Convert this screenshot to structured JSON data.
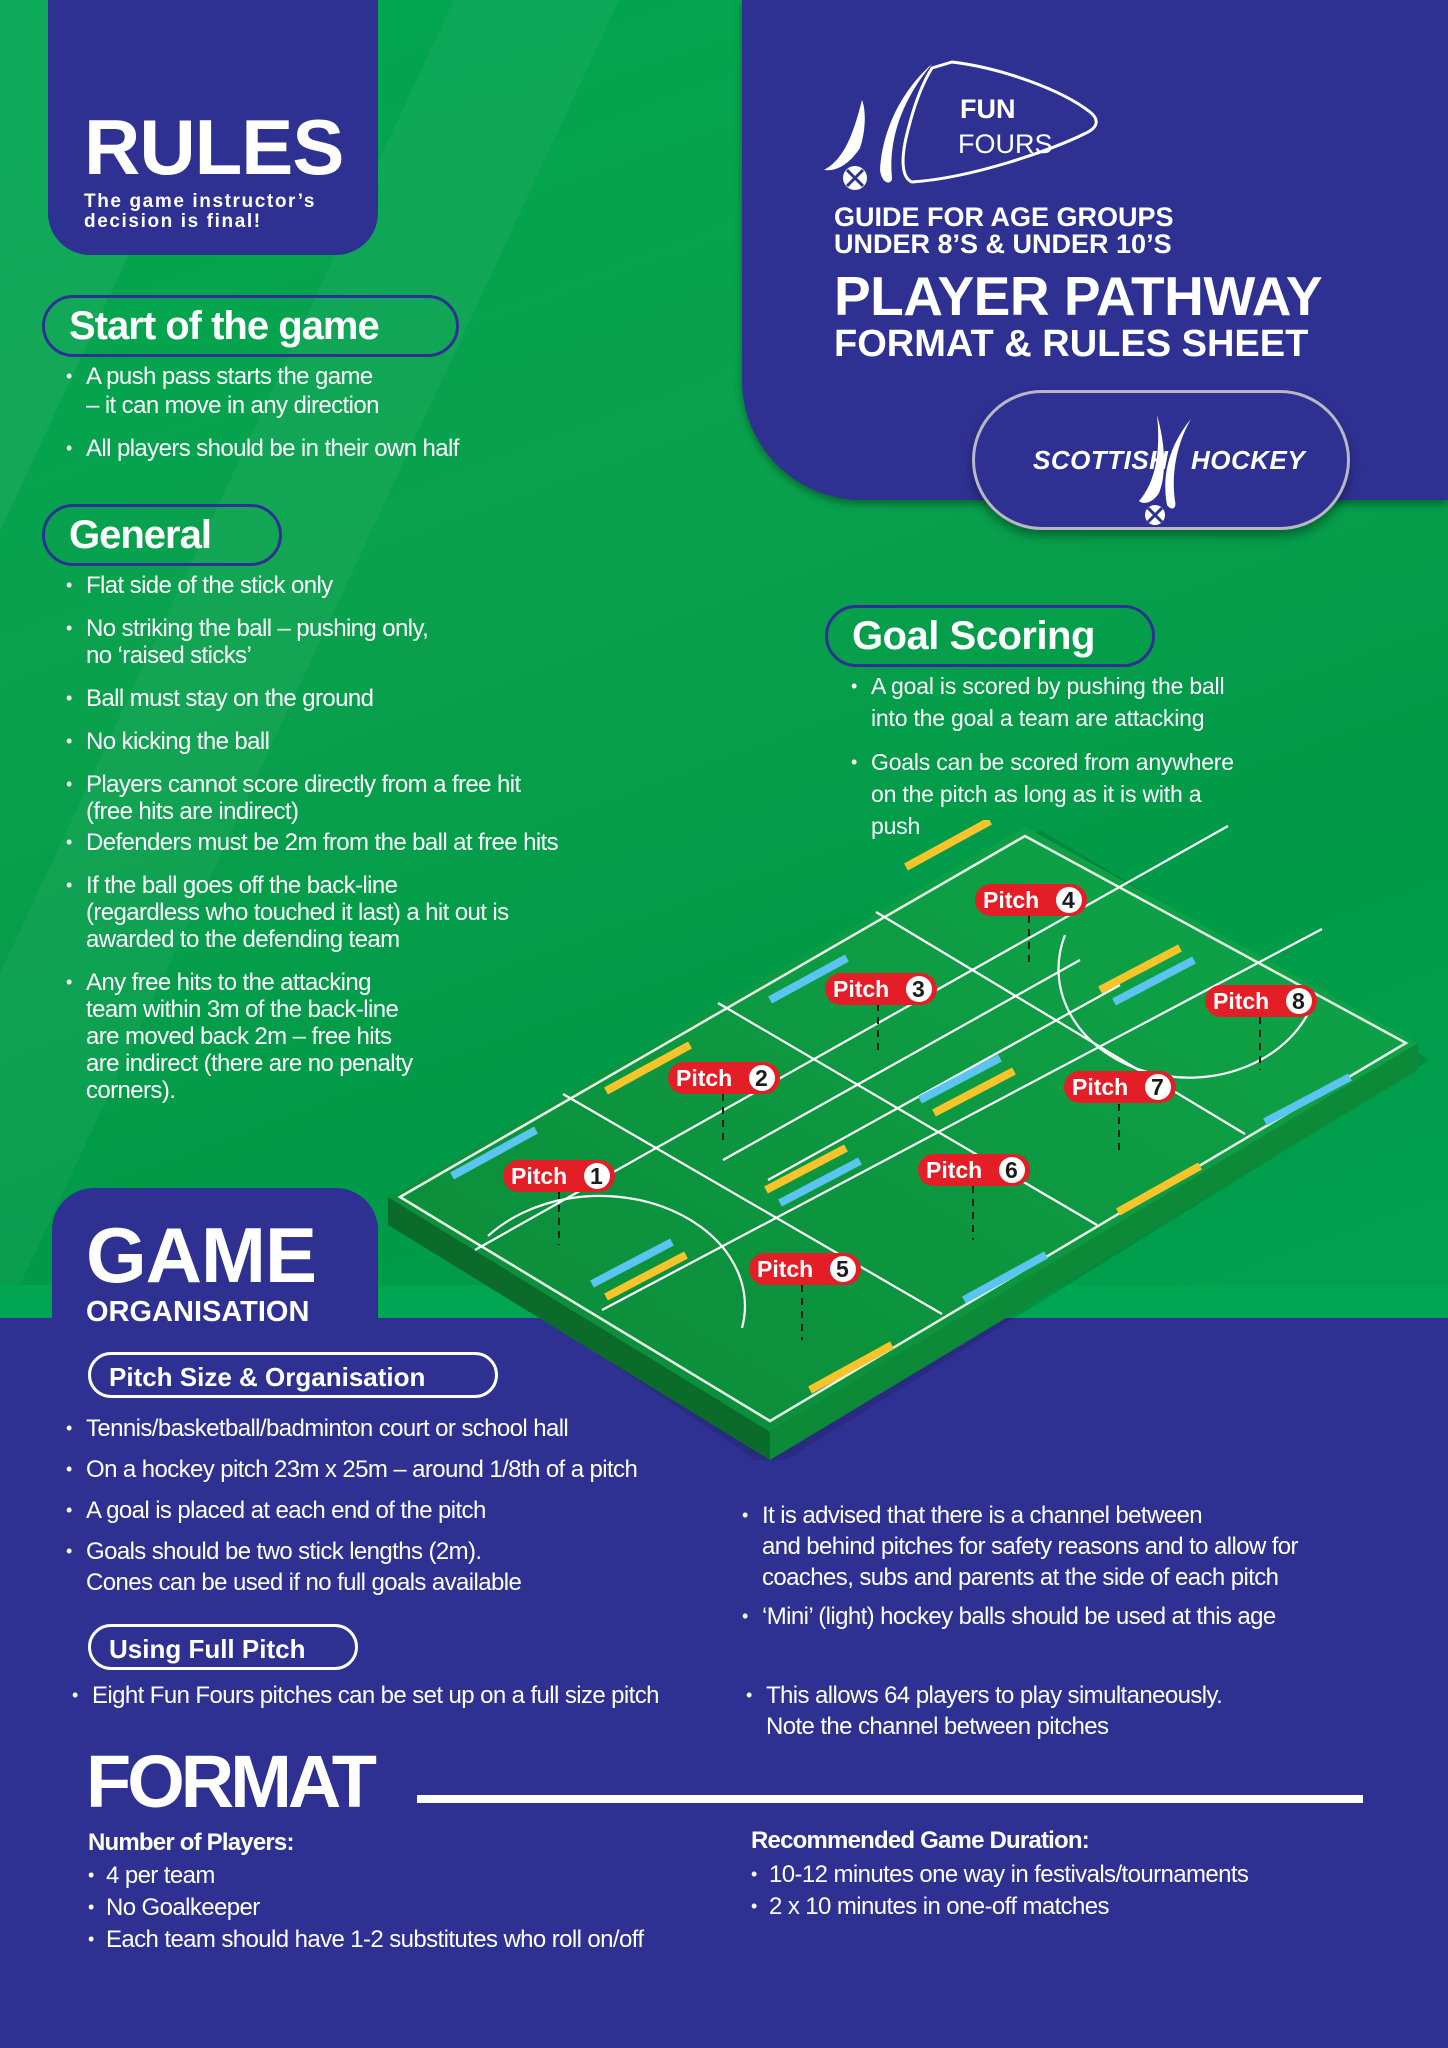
{
  "colors": {
    "brand_blue": "#2e3192",
    "brand_green": "#00a651",
    "pitch_green": "#0e9a3e",
    "label_red": "#e41e26",
    "goal_yellow": "#f7c52b",
    "goal_blue": "#5bc5f0"
  },
  "rules_box": {
    "title": "RULES",
    "subtitle_line1": "The game instructor’s",
    "subtitle_line2": "decision is final!"
  },
  "header": {
    "logo_fun": "FUN",
    "logo_fours": "FOURS",
    "guide_line1": "GUIDE FOR AGE GROUPS",
    "guide_line2": "UNDER 8’S & UNDER 10’S",
    "title_line1": "PLAYER PATHWAY",
    "title_line2": "FORMAT & RULES SHEET",
    "badge_left": "SCOTTISH",
    "badge_right": "HOCKEY",
    "logo_icon": "hockey-stick-icon"
  },
  "start_of_game": {
    "heading": "Start of the game",
    "items": [
      "A push pass starts the game\n– it can move in any direction",
      "All players should be in their own half"
    ]
  },
  "general": {
    "heading": "General",
    "items": [
      "Flat side of the stick only",
      "No striking the ball – pushing only,\nno ‘raised sticks’",
      "Ball must stay on the ground",
      "No kicking the ball",
      "Players cannot score directly from a free hit\n(free hits are indirect)",
      "Defenders must be 2m from the ball at free hits",
      "If the ball goes off the back-line\n(regardless who touched it last) a hit out is\nawarded to the defending team",
      "Any free hits to the attacking\nteam within 3m of the back-line\nare moved back 2m – free hits\nare indirect  (there are no penalty\ncorners)."
    ]
  },
  "goal_scoring": {
    "heading": "Goal Scoring",
    "items": [
      "A goal is scored by pushing the ball\ninto the goal a team are attacking",
      "Goals can be scored from anywhere\non the pitch as long as it is with a\npush"
    ]
  },
  "pitch_diagram": {
    "label_prefix": "Pitch",
    "pitches": [
      {
        "label": "Pitch",
        "number": "1"
      },
      {
        "label": "Pitch",
        "number": "2"
      },
      {
        "label": "Pitch",
        "number": "3"
      },
      {
        "label": "Pitch",
        "number": "4"
      },
      {
        "label": "Pitch",
        "number": "5"
      },
      {
        "label": "Pitch",
        "number": "6"
      },
      {
        "label": "Pitch",
        "number": "7"
      },
      {
        "label": "Pitch",
        "number": "8"
      }
    ]
  },
  "game_organisation": {
    "title": "GAME",
    "subtitle": "ORGANISATION",
    "pitch_size": {
      "heading": "Pitch Size & Organisation",
      "items": [
        "Tennis/basketball/badminton court or school hall",
        "On a hockey pitch 23m x 25m – around 1/8th of a pitch",
        "A goal is placed at each end of the pitch",
        "Goals should be two stick lengths (2m).\nCones can be used if no full goals available"
      ],
      "right_items": [
        "It is advised that there is a channel between\nand behind  pitches for safety reasons and to allow for\ncoaches, subs and parents at the side of each pitch",
        "‘Mini’ (light) hockey balls should be used at this age"
      ]
    },
    "full_pitch": {
      "heading": "Using Full Pitch",
      "items": [
        "Eight Fun Fours pitches can be set up on a full size pitch"
      ],
      "right_items": [
        "This allows 64 players to play simultaneously.\nNote the channel between pitches"
      ]
    }
  },
  "format": {
    "title": "FORMAT",
    "players": {
      "heading": "Number of Players:",
      "items": [
        "4 per team",
        "No Goalkeeper",
        "Each team should have 1-2 substitutes who roll on/off"
      ]
    },
    "duration": {
      "heading": "Recommended Game Duration:",
      "items": [
        "10-12 minutes one way in festivals/tournaments",
        "2 x 10 minutes in one-off matches"
      ]
    }
  }
}
